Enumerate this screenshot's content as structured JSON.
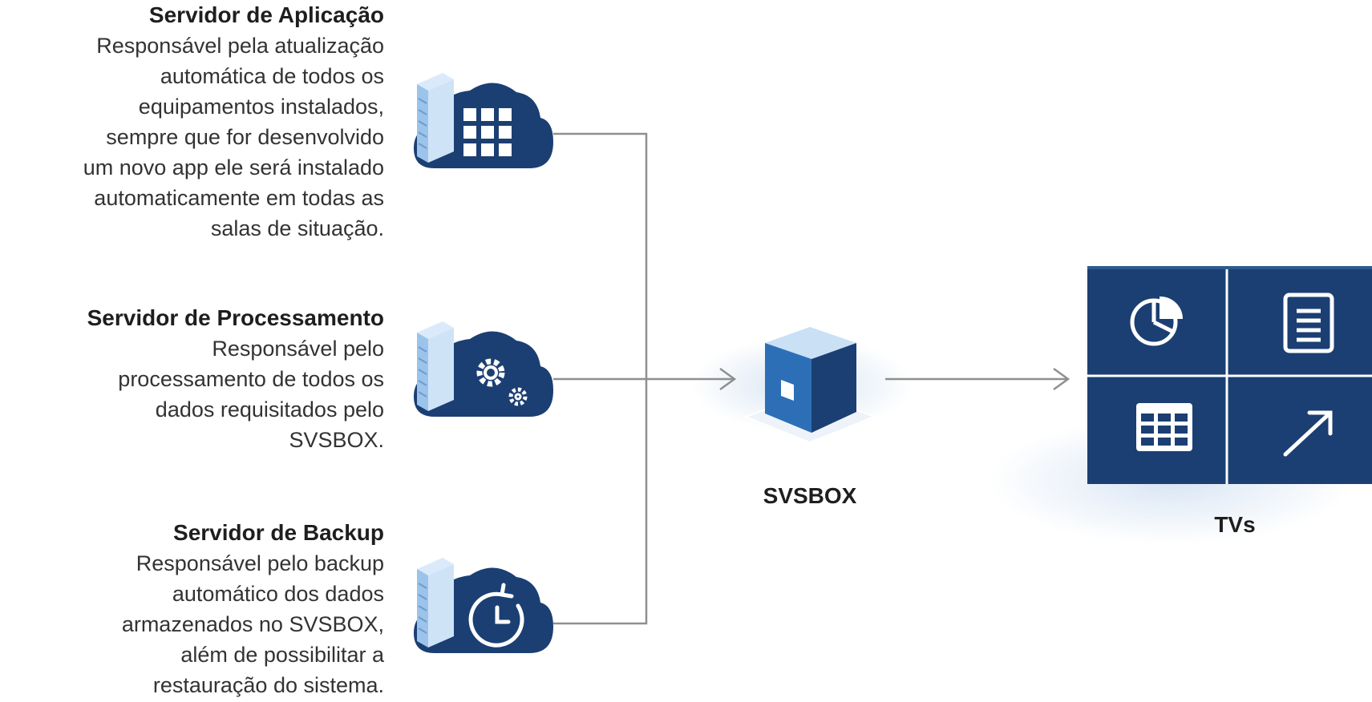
{
  "servers": [
    {
      "title": "Servidor de Aplicação",
      "lines": [
        "Responsável pela atualização",
        "automática de todos os",
        "equipamentos instalados,",
        "sempre que for desenvolvido",
        "um novo app ele será instalado",
        "automaticamente em todas as",
        "salas de situação."
      ],
      "icon": "server-cloud-app-grid-icon"
    },
    {
      "title": "Servidor de Processamento",
      "lines": [
        "Responsável pelo",
        "processamento de todos os",
        "dados requisitados pelo",
        "SVSBOX."
      ],
      "icon": "server-cloud-gears-icon"
    },
    {
      "title": "Servidor de Backup",
      "lines": [
        "Responsável pelo backup",
        "automático dos dados",
        "armazenados no SVSBOX,",
        "além de possibilitar a",
        "restauração do sistema."
      ],
      "icon": "server-cloud-backup-clock-icon"
    }
  ],
  "svsbox": {
    "label": "SVSBOX",
    "icon": "cube-icon"
  },
  "tvs": {
    "label": "TVs",
    "tiles": [
      "pie-chart-icon",
      "document-icon",
      "table-icon",
      "trend-arrow-icon"
    ]
  },
  "colors": {
    "navy": "#1b3f73",
    "light_blue": "#b9d6f2",
    "cube_front": "#2d6fb7",
    "line": "#8f8f8f"
  }
}
